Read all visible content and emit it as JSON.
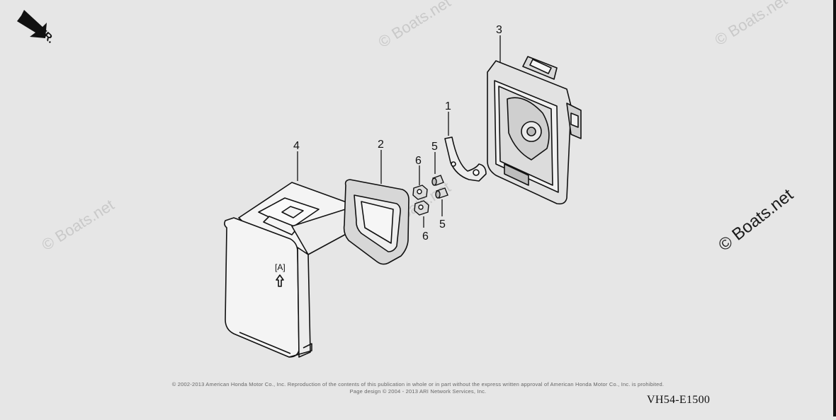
{
  "direction_label": "FR.",
  "watermark_text": "© Boats.net",
  "main_watermark": "© Boats.net",
  "callouts": [
    "1",
    "2",
    "3",
    "4",
    "5",
    "5",
    "6",
    "6"
  ],
  "part_marking": "[A]",
  "copyright_line1": "© 2002-2013 American Honda Motor Co., Inc. Reproduction of the contents of this publication in whole or in part without the express written approval of American Honda Motor Co., Inc. is prohibited.",
  "copyright_line2": "Page design © 2004 - 2013 ARI Network Services, Inc.",
  "diagram_code": "VH54-E1500",
  "colors": {
    "background": "#e6e6e6",
    "line": "#111111",
    "watermark": "#c9c9c9"
  }
}
